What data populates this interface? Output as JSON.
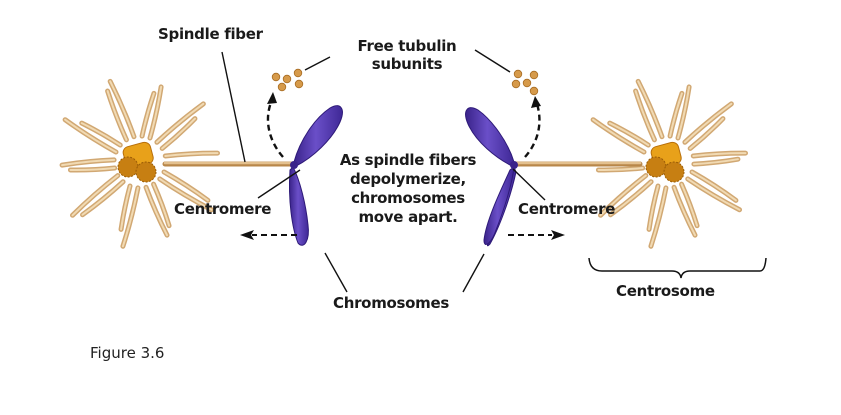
{
  "labels": {
    "spindle_fiber": "Spindle fiber",
    "free_tubulin_line1": "Free tubulin",
    "free_tubulin_line2": "subunits",
    "centromere_left": "Centromere",
    "centromere_right": "Centromere",
    "main_line1": "As spindle fibers",
    "main_line2": "depolymerize,",
    "main_line3": "chromosomes",
    "main_line4": "move apart.",
    "chromosomes": "Chromosomes",
    "centrosome": "Centrosome"
  },
  "caption": "Figure 3.6",
  "colors": {
    "fiber": "#d9b27a",
    "fiber_edge": "#b8874a",
    "centriole": "#e8a11a",
    "centriole_dark": "#b86f0a",
    "chromosome": "#5a3fb0",
    "chromosome_dark": "#3a238a",
    "tubulin": "#d69a4a",
    "ink": "#1a1a1a"
  }
}
